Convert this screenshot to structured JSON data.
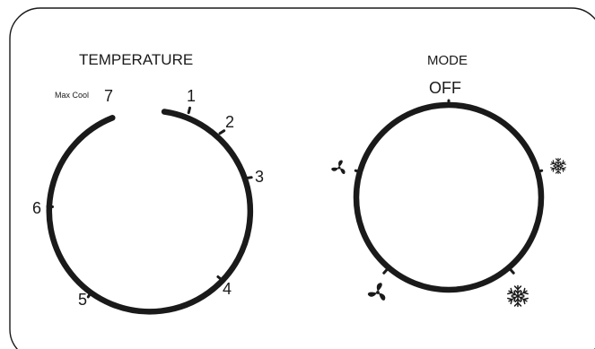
{
  "temperature": {
    "title": "TEMPERATURE",
    "max_label": "Max Cool",
    "positions": [
      "1",
      "2",
      "3",
      "4",
      "5",
      "6",
      "7"
    ]
  },
  "mode": {
    "title": "MODE",
    "off_label": "OFF",
    "positions": [
      {
        "id": "off",
        "icon": "off-label"
      },
      {
        "id": "cool-low",
        "icon": "snowflake-small-icon"
      },
      {
        "id": "cool-high",
        "icon": "snowflake-large-icon"
      },
      {
        "id": "fan-high",
        "icon": "fan-large-icon"
      },
      {
        "id": "fan-low",
        "icon": "fan-small-icon"
      }
    ]
  },
  "colors": {
    "line": "#1a1a1a",
    "background": "#ffffff"
  }
}
